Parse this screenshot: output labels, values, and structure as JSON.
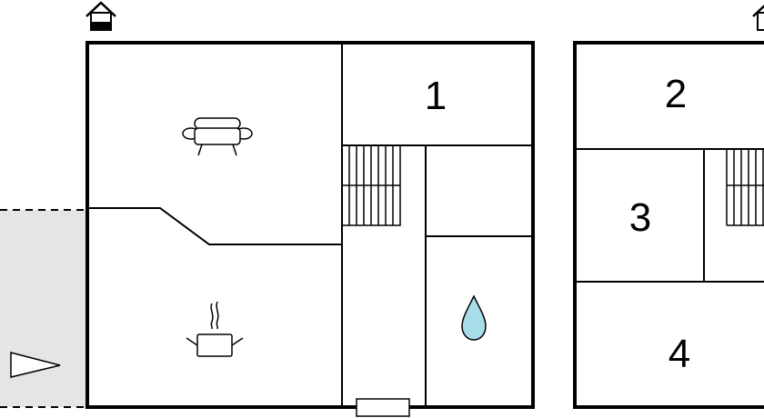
{
  "rooms": [
    {
      "id": "room-1",
      "label": "1"
    },
    {
      "id": "room-2",
      "label": "2"
    },
    {
      "id": "room-3",
      "label": "3"
    },
    {
      "id": "room-4",
      "label": "4"
    }
  ],
  "icons": {
    "ground_floor_marker": "house-floor-icon",
    "upper_floor_marker": "house-floor-icon",
    "living_room": "sofa-icon",
    "kitchen": "cooking-pot-icon",
    "bathroom": "water-drop-icon",
    "stairs": "stairs-icon",
    "entrance": "arrow-entrance-icon"
  },
  "colors": {
    "walls": "#000000",
    "terrace": "#e5e5e5",
    "water_drop": "#a8dce8"
  }
}
